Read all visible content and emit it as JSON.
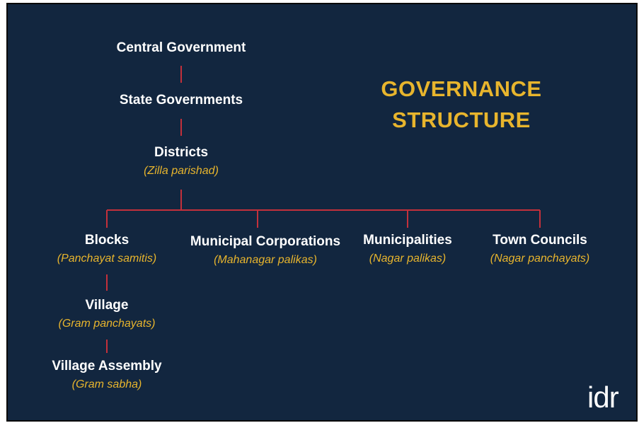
{
  "title": {
    "line1": "GOVERNANCE",
    "line2": "STRUCTURE"
  },
  "nodes": {
    "central": {
      "name": "Central Government",
      "sub": ""
    },
    "state": {
      "name": "State Governments",
      "sub": ""
    },
    "districts": {
      "name": "Districts",
      "sub": "(Zilla parishad)"
    },
    "blocks": {
      "name": "Blocks",
      "sub": "(Panchayat samitis)"
    },
    "municipal_corporations": {
      "name": "Municipal Corporations",
      "sub": "(Mahanagar palikas)"
    },
    "municipalities": {
      "name": "Municipalities",
      "sub": "(Nagar palikas)"
    },
    "town_councils": {
      "name": "Town Councils",
      "sub": "(Nagar panchayats)"
    },
    "village": {
      "name": "Village",
      "sub": "(Gram panchayats)"
    },
    "village_assembly": {
      "name": "Village Assembly",
      "sub": "(Gram sabha)"
    }
  },
  "logo": {
    "text": "idr"
  },
  "colors": {
    "background": "#12263f",
    "connector": "#c4303b",
    "accent": "#e8b52d",
    "text": "#ffffff"
  }
}
